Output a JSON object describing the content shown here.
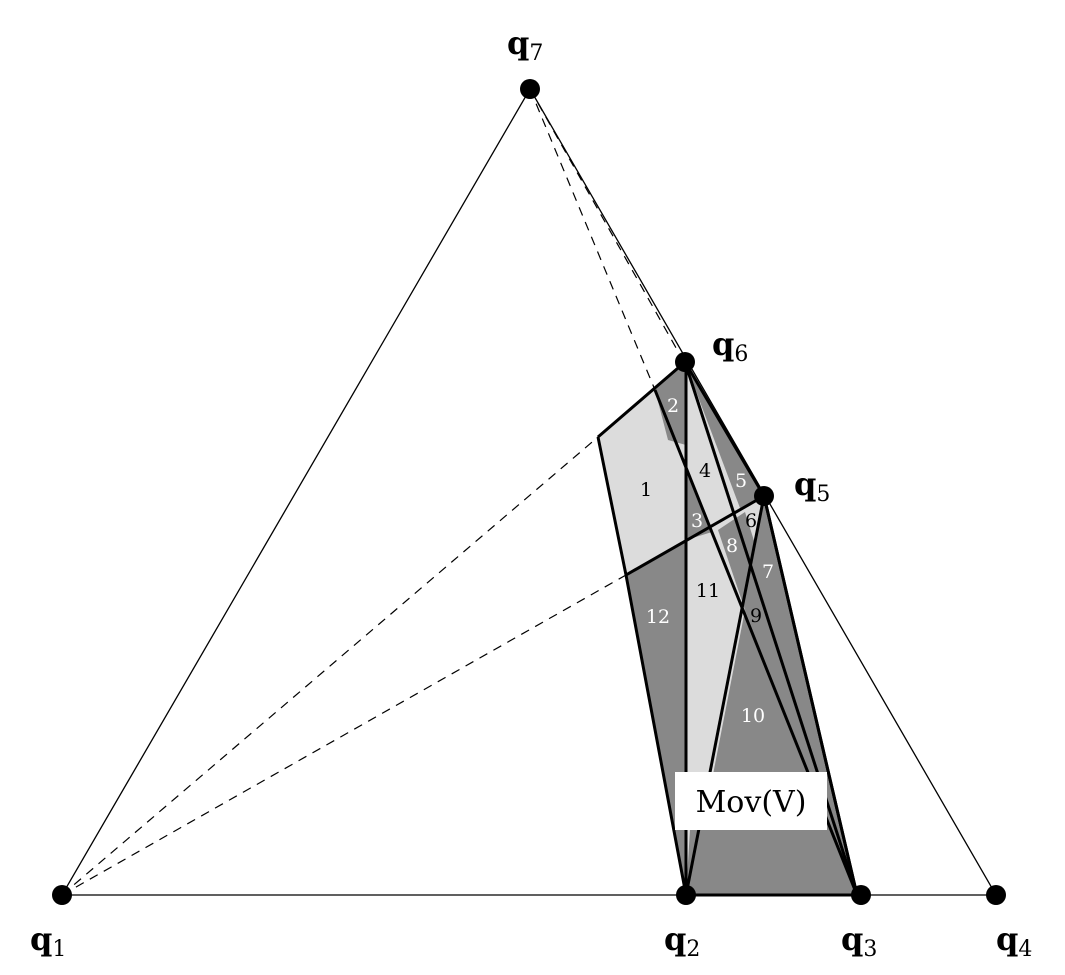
{
  "points": [
    {
      "id": "q1",
      "base": "q",
      "sub": "1"
    },
    {
      "id": "q2",
      "base": "q",
      "sub": "2"
    },
    {
      "id": "q3",
      "base": "q",
      "sub": "3"
    },
    {
      "id": "q4",
      "base": "q",
      "sub": "4"
    },
    {
      "id": "q5",
      "base": "q",
      "sub": "5"
    },
    {
      "id": "q6",
      "base": "q",
      "sub": "6"
    },
    {
      "id": "q7",
      "base": "q",
      "sub": "7"
    }
  ],
  "regions": [
    "1",
    "2",
    "3",
    "4",
    "5",
    "6",
    "7",
    "8",
    "9",
    "10",
    "11",
    "12"
  ],
  "region_box_label": "Mov(V)",
  "colors": {
    "dark_region": "#888888",
    "light_region": "#dcdcdc",
    "stroke": "#000000"
  }
}
